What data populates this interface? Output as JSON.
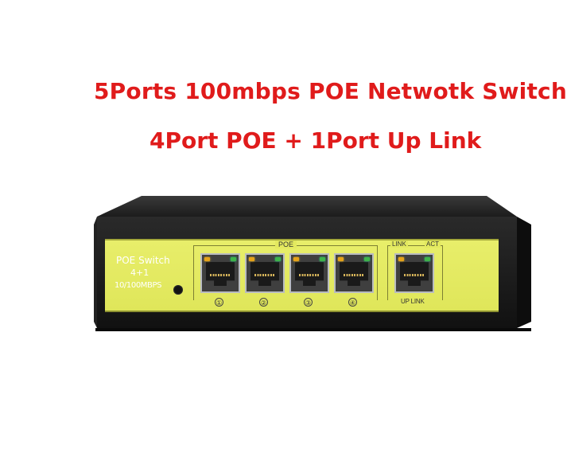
{
  "title": {
    "line1": "5Ports 100mbps POE Netwotk Switch",
    "line2": "4Port POE + 1Port Up Link"
  },
  "device": {
    "brand_line1": "POE Switch",
    "brand_line2": "4+1",
    "brand_line3": "10/100MBPS",
    "poe_label": "POE",
    "link_label": "LINK",
    "act_label": "ACT",
    "uplink_label": "UP LINK",
    "port_numbers": [
      "①",
      "②",
      "③",
      "④"
    ],
    "colors": {
      "title": "#e01b1b",
      "panel": "#e3e95f",
      "chassis": "#1d1d1d"
    }
  }
}
